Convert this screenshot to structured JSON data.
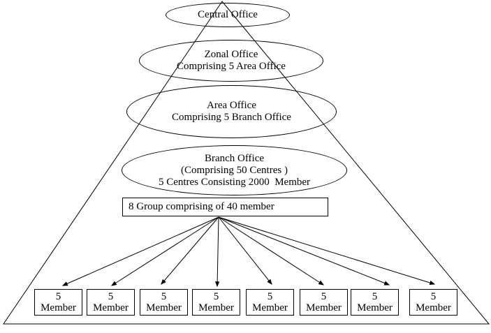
{
  "colors": {
    "stroke": "#000000",
    "background": "#ffffff",
    "text": "#000000"
  },
  "pyramid": {
    "levels": [
      {
        "name": "central-office",
        "lines": [
          "Central Office"
        ]
      },
      {
        "name": "zonal-office",
        "lines": [
          "Zonal Office",
          "Comprising 5 Area Office"
        ]
      },
      {
        "name": "area-office",
        "lines": [
          "Area Office",
          "Comprising 5 Branch Office"
        ]
      },
      {
        "name": "branch-office",
        "lines": [
          "Branch Office",
          "(Comprising 50 Centres )",
          "5 Centres Consisting 2000  Member"
        ]
      }
    ],
    "group_box": {
      "label": "8 Group comprising of 40 member"
    },
    "member_boxes": [
      {
        "lines": [
          "5",
          "Member"
        ]
      },
      {
        "lines": [
          "5",
          "Member"
        ]
      },
      {
        "lines": [
          "5",
          "Member"
        ]
      },
      {
        "lines": [
          "5",
          "Member"
        ]
      },
      {
        "lines": [
          "5",
          "Member"
        ]
      },
      {
        "lines": [
          "5",
          "Member"
        ]
      },
      {
        "lines": [
          "5",
          "Member"
        ]
      },
      {
        "lines": [
          "5",
          "Member"
        ]
      }
    ]
  }
}
